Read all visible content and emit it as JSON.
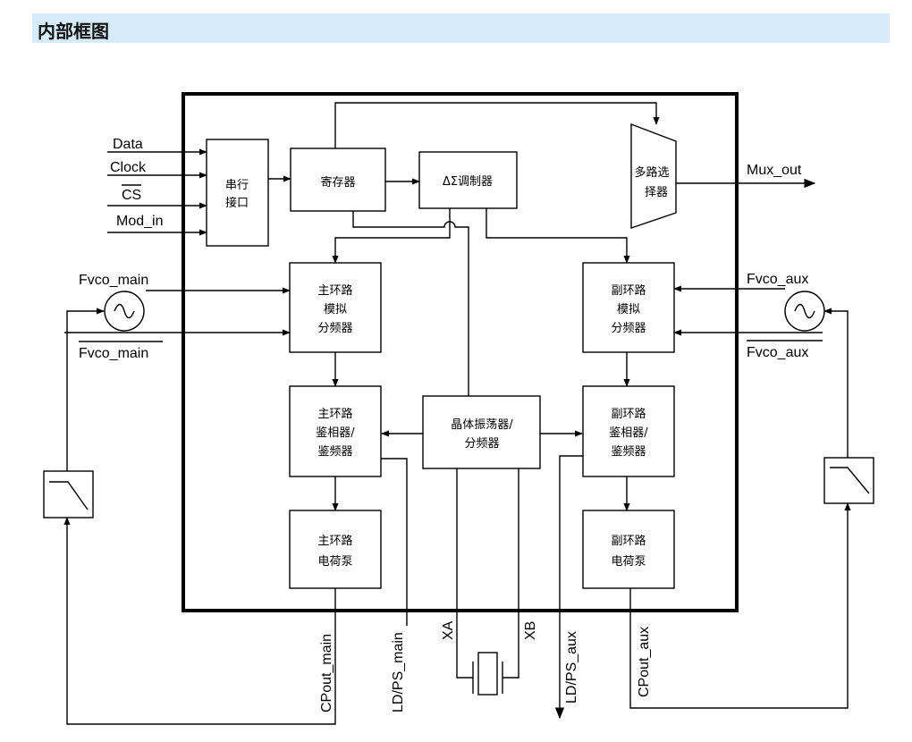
{
  "header": {
    "title": "内部框图"
  },
  "blocks": {
    "serial": [
      "串行",
      "接口"
    ],
    "register": [
      "寄存器"
    ],
    "modulator": [
      "ΔΣ调制器"
    ],
    "mux": [
      "多路选",
      "择器"
    ],
    "main_div": [
      "主环路",
      "模拟",
      "分频器"
    ],
    "aux_div": [
      "副环路",
      "模拟",
      "分频器"
    ],
    "main_pfd": [
      "主环路",
      "鉴相器/",
      "鉴频器"
    ],
    "aux_pfd": [
      "副环路",
      "鉴相器/",
      "鉴频器"
    ],
    "xtal": [
      "晶体振荡器/",
      "分频器"
    ],
    "main_cp": [
      "主环路",
      "电荷泵"
    ],
    "aux_cp": [
      "副环路",
      "电荷泵"
    ]
  },
  "signals": {
    "data": "Data",
    "clock": "Clock",
    "cs": "CS",
    "mod_in": "Mod_in",
    "mux_out": "Mux_out",
    "fvco_main": "Fvco_main",
    "fvco_main_bar": "Fvco_main",
    "fvco_aux": "Fvco_aux",
    "fvco_aux_bar": "Fvco_aux",
    "cpout_main": "CPout_main",
    "ldps_main": "LD/PS_main",
    "xa": "XA",
    "xb": "XB",
    "ldps_aux": "LD/PS_aux",
    "cpout_aux": "CPout_aux"
  }
}
